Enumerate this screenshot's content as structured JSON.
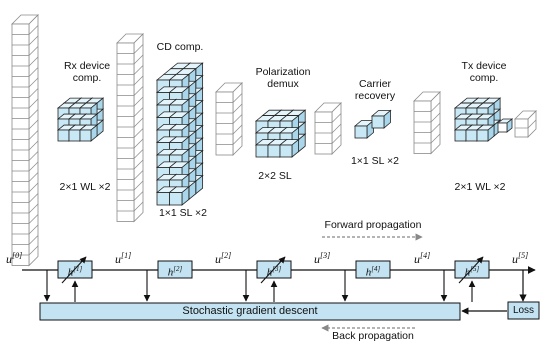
{
  "layer_labels": {
    "rx": "Rx device\ncomp.",
    "cd": "CD comp.",
    "pol": "Polarization\ndemux",
    "carrier": "Carrier\nrecovery",
    "tx": "Tx device\ncomp."
  },
  "kernel_labels": {
    "rx": "2×1 WL ×2",
    "cd": "1×1 SL ×2",
    "pol": "2×2 SL",
    "carrier": "1×1 SL ×2",
    "tx": "2×1 WL ×2"
  },
  "signals": {
    "u0": "u",
    "u0_sup": "[0]",
    "u1": "u",
    "u1_sup": "[1]",
    "u2": "u",
    "u2_sup": "[2]",
    "u3": "u",
    "u3_sup": "[3]",
    "u4": "u",
    "u4_sup": "[4]",
    "u5": "u",
    "u5_sup": "[5]"
  },
  "blocks": {
    "h1": "h",
    "h1_sup": "[1]",
    "h2": "h",
    "h2_sup": "[2]",
    "h3": "h",
    "h3_sup": "[3]",
    "h4": "h",
    "h4_sup": "[4]",
    "h5": "h",
    "h5_sup": "[5]"
  },
  "sgd_label": "Stochastic gradient descent",
  "loss_label": "Loss",
  "forward_label": "Forward propagation",
  "back_label": "Back propagation",
  "colors": {
    "cube_fill": "#c9e8f5",
    "block_fill": "#c3e3f2",
    "column_stroke": "#8a8a8a"
  }
}
